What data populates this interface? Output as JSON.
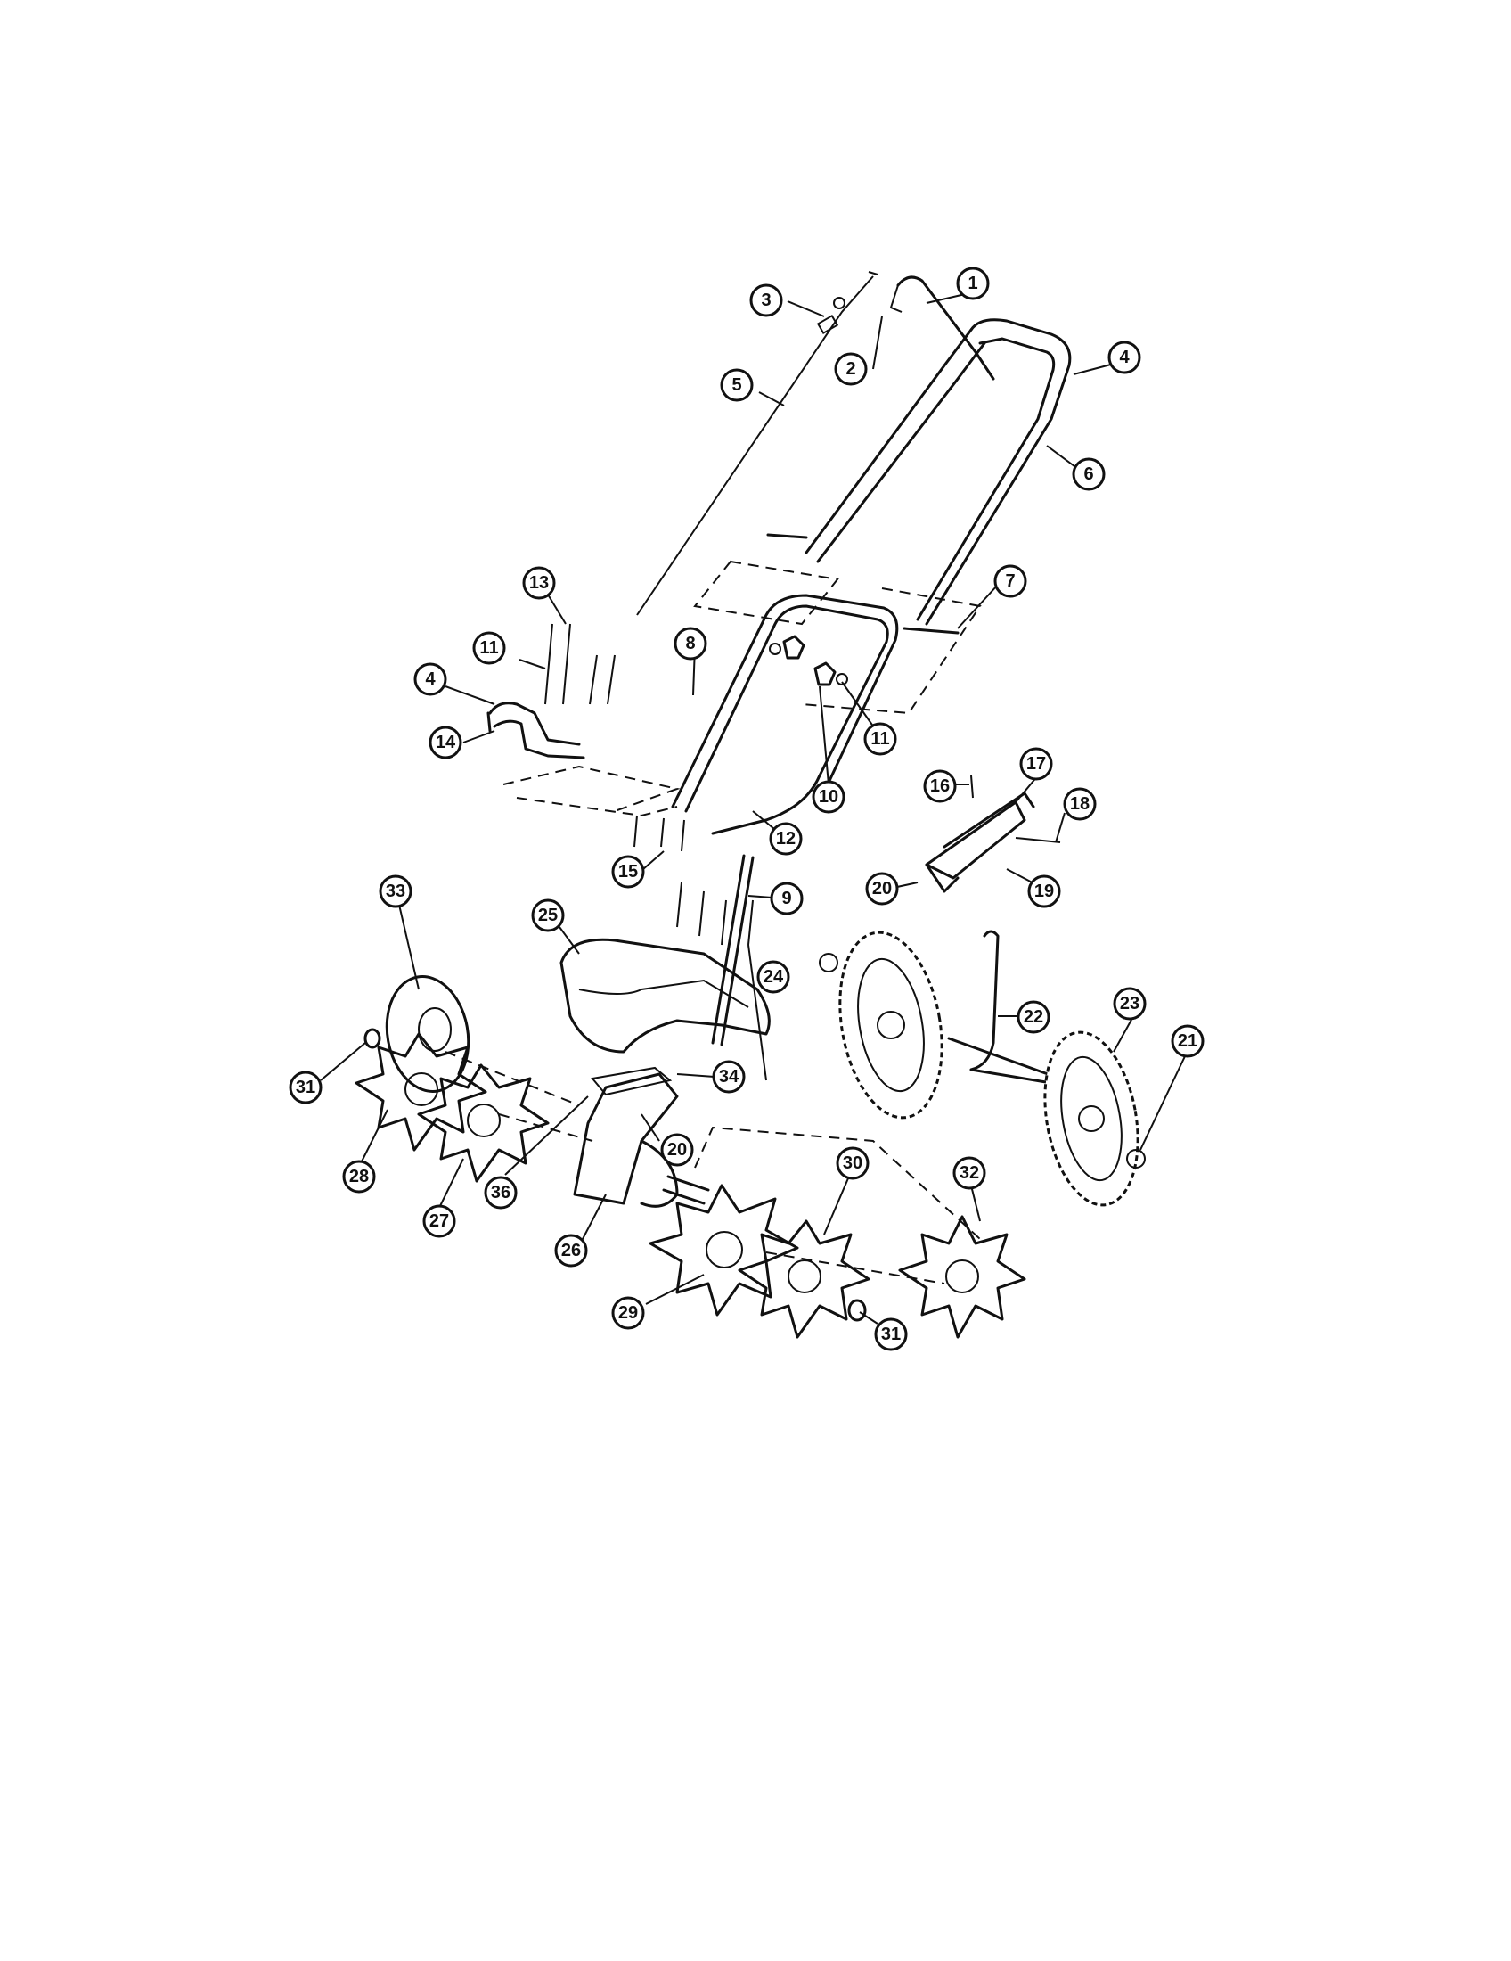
{
  "callouts": [
    {
      "label": "1"
    },
    {
      "label": "2"
    },
    {
      "label": "3"
    },
    {
      "label": "4"
    },
    {
      "label": "5"
    },
    {
      "label": "6"
    },
    {
      "label": "7"
    },
    {
      "label": "8"
    },
    {
      "label": "9"
    },
    {
      "label": "10"
    },
    {
      "label": "11"
    },
    {
      "label": "11"
    },
    {
      "label": "12"
    },
    {
      "label": "13"
    },
    {
      "label": "4"
    },
    {
      "label": "14"
    },
    {
      "label": "15"
    },
    {
      "label": "16"
    },
    {
      "label": "17"
    },
    {
      "label": "18"
    },
    {
      "label": "19"
    },
    {
      "label": "20"
    },
    {
      "label": "22"
    },
    {
      "label": "23"
    },
    {
      "label": "21"
    },
    {
      "label": "33"
    },
    {
      "label": "25"
    },
    {
      "label": "24"
    },
    {
      "label": "34"
    },
    {
      "label": "20"
    },
    {
      "label": "31"
    },
    {
      "label": "28"
    },
    {
      "label": "27"
    },
    {
      "label": "36"
    },
    {
      "label": "26"
    },
    {
      "label": "30"
    },
    {
      "label": "32"
    },
    {
      "label": "29"
    },
    {
      "label": "31"
    }
  ]
}
